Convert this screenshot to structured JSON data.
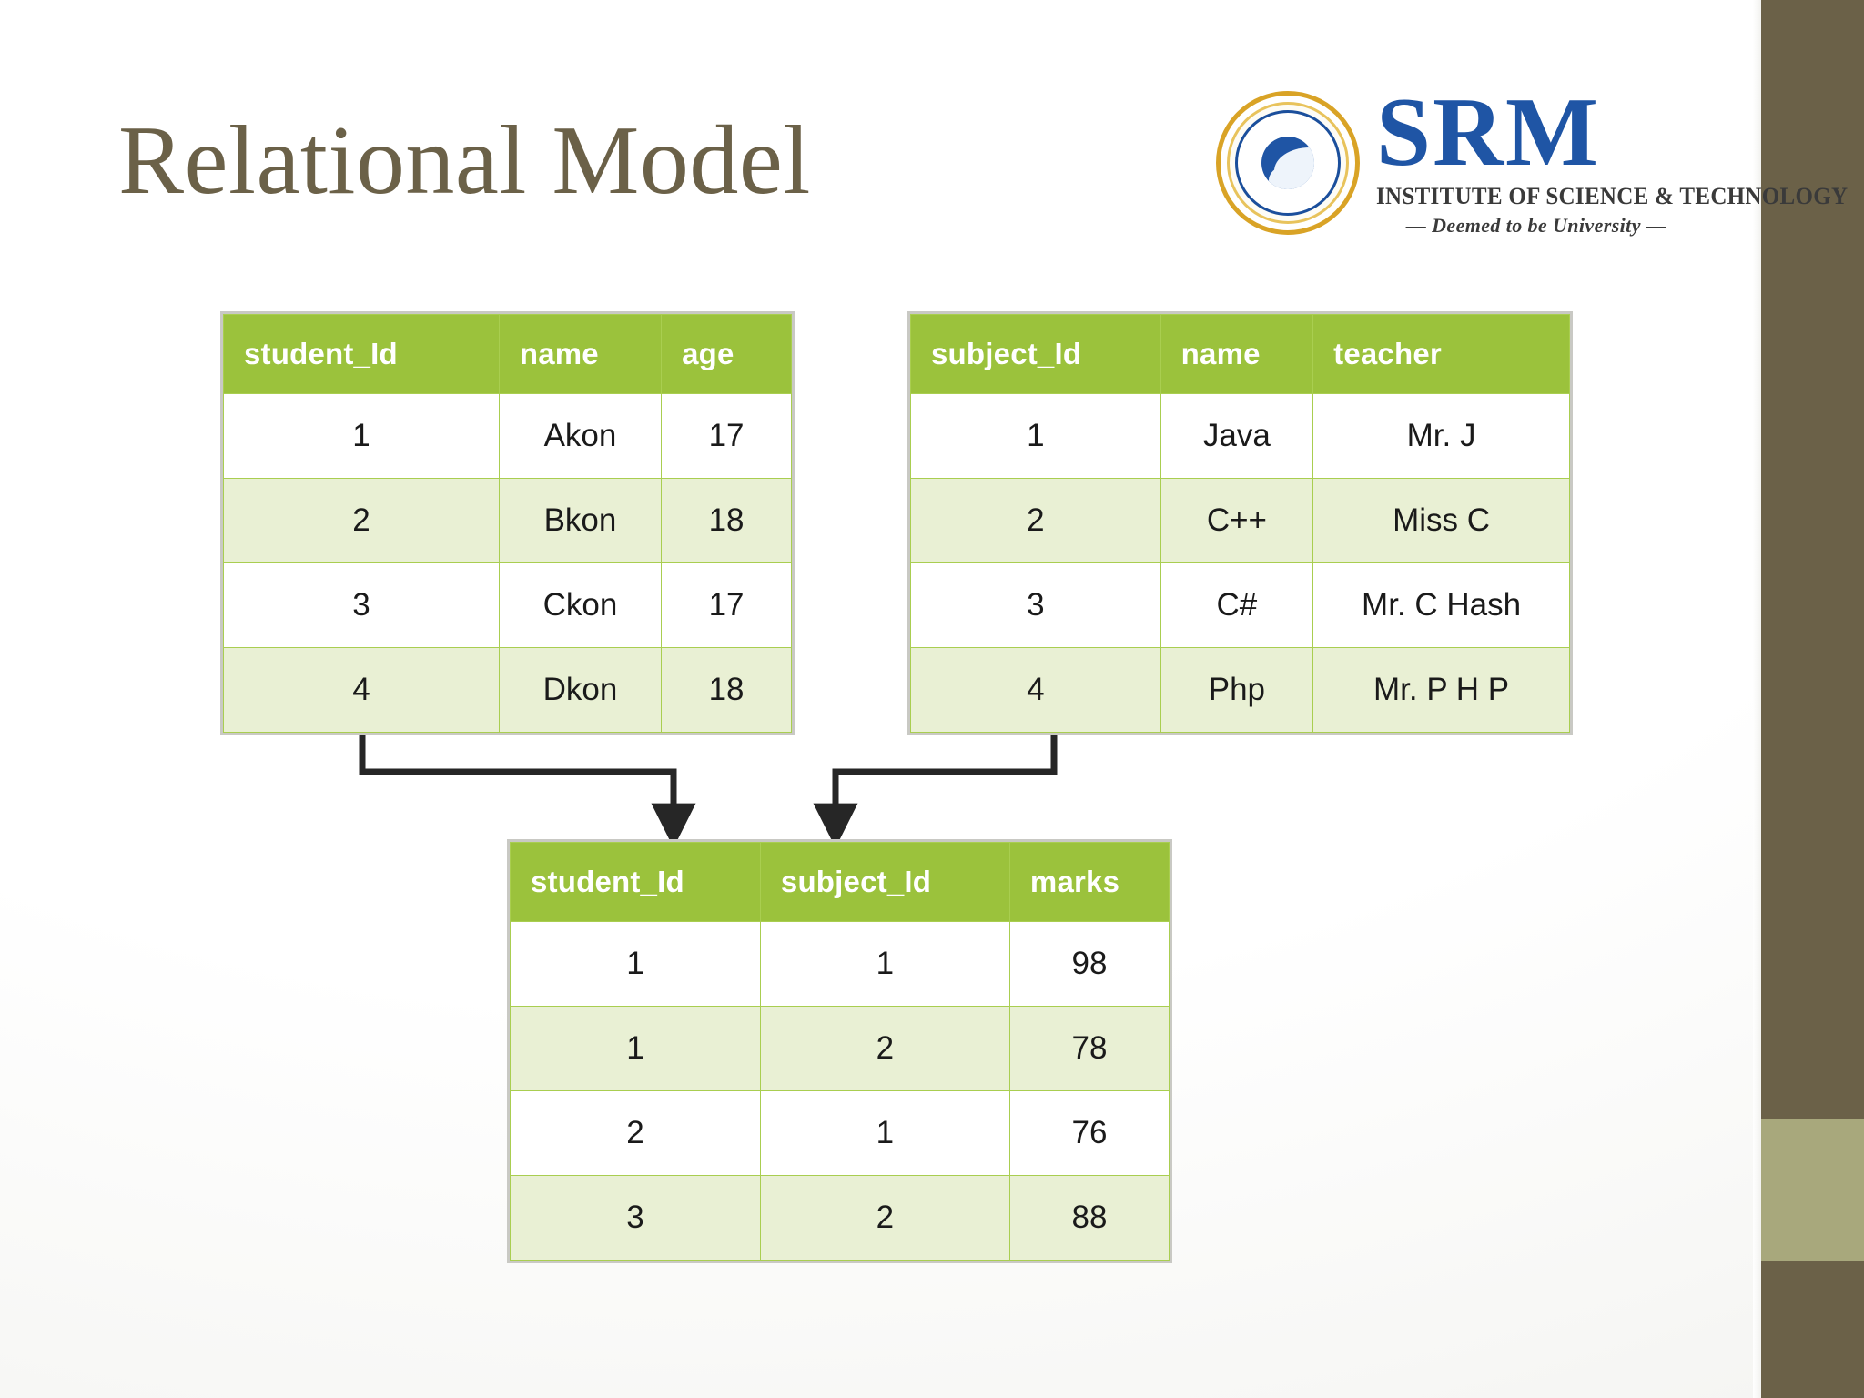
{
  "slide": {
    "title": "Relational Model",
    "theme": {
      "title_color": "#6B6148",
      "table_header_green": "#9BC23C",
      "table_alt_row": "#E9F0D4",
      "sidebar_dark": "#6B6148",
      "sidebar_light": "#A8A87C",
      "connector_color": "#262626"
    }
  },
  "logo": {
    "name": "srm-logo",
    "letters": "SRM",
    "subtitle": "INSTITUTE OF SCIENCE & TECHNOLOGY",
    "tagline": "— Deemed to be University —",
    "seal_color": "#1F55A5",
    "seal_ring_color": "#D9A326"
  },
  "tables": {
    "student": {
      "name": "student-table",
      "columns": [
        "student_Id",
        "name",
        "age"
      ],
      "rows": [
        [
          "1",
          "Akon",
          "17"
        ],
        [
          "2",
          "Bkon",
          "18"
        ],
        [
          "3",
          "Ckon",
          "17"
        ],
        [
          "4",
          "Dkon",
          "18"
        ]
      ]
    },
    "subject": {
      "name": "subject-table",
      "columns": [
        "subject_Id",
        "name",
        "teacher"
      ],
      "rows": [
        [
          "1",
          "Java",
          "Mr. J"
        ],
        [
          "2",
          "C++",
          "Miss C"
        ],
        [
          "3",
          "C#",
          "Mr. C Hash"
        ],
        [
          "4",
          "Php",
          "Mr. P H P"
        ]
      ]
    },
    "marks": {
      "name": "marks-table",
      "columns": [
        "student_Id",
        "subject_Id",
        "marks"
      ],
      "rows": [
        [
          "1",
          "1",
          "98"
        ],
        [
          "1",
          "2",
          "78"
        ],
        [
          "2",
          "1",
          "76"
        ],
        [
          "3",
          "2",
          "88"
        ]
      ]
    }
  },
  "connectors": [
    {
      "name": "student-to-marks-arrow",
      "from": "student-table",
      "to": "marks-table"
    },
    {
      "name": "subject-to-marks-arrow",
      "from": "subject-table",
      "to": "marks-table"
    }
  ]
}
